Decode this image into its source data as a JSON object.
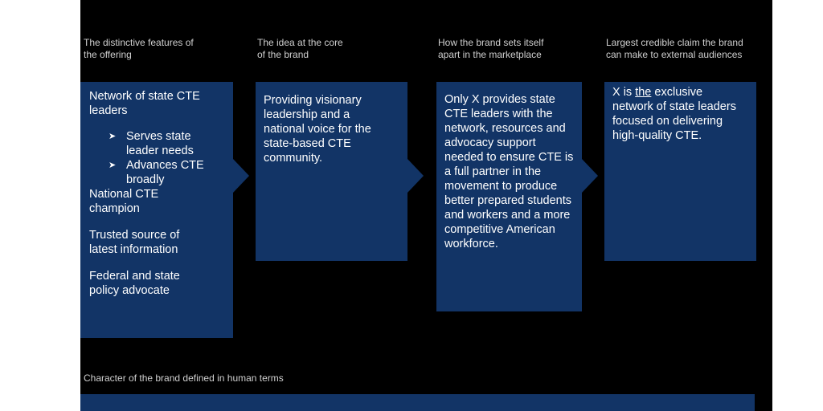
{
  "columns": [
    {
      "header": "The distinctive features of\nthe offering",
      "items": [
        {
          "text": "Network of state CTE leaders"
        },
        {
          "bullet": "Serves state leader needs"
        },
        {
          "bullet": "Advances CTE broadly"
        },
        {
          "text": "National CTE champion"
        },
        {
          "text": "Trusted source of latest information"
        },
        {
          "text": "Federal and state policy advocate"
        }
      ],
      "bullet_icon": "arrowhead-bullet-icon"
    },
    {
      "header": "The idea at the core\nof the brand",
      "body": "Providing visionary leadership and a national voice for the state-based CTE community."
    },
    {
      "header": "How the brand sets itself\napart in the marketplace",
      "body": "Only X provides state CTE leaders with the network, resources and advocacy support needed to ensure CTE is a full partner in the movement to produce better prepared students and workers and a more competitive American workforce."
    },
    {
      "header": "Largest credible claim the brand\ncan make to external audiences",
      "body_before": "X is ",
      "body_underlined": "the",
      "body_after": " exclusive network of state leaders focused on delivering high-quality CTE."
    }
  ],
  "bottom": {
    "header": "Character of the brand defined in human terms"
  },
  "colors": {
    "background": "#000000",
    "box": "#123466",
    "header_text": "#cfcfcf",
    "box_text": "#ffffff"
  }
}
